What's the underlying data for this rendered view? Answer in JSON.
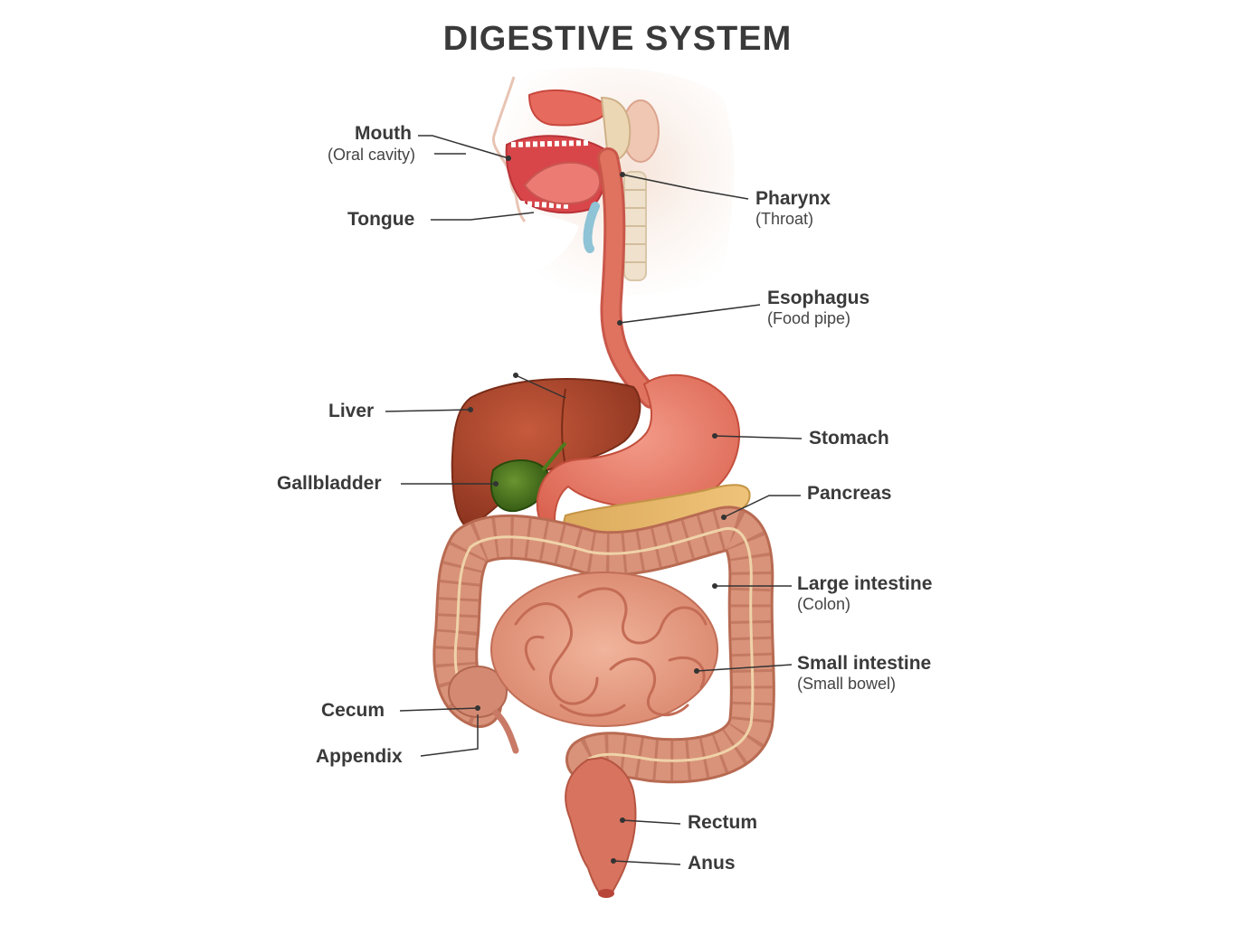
{
  "title": "DIGESTIVE SYSTEM",
  "labels": {
    "mouth": {
      "name": "Mouth",
      "sub": "(Oral cavity)"
    },
    "tongue": {
      "name": "Tongue"
    },
    "pharynx": {
      "name": "Pharynx",
      "sub": "(Throat)"
    },
    "esophagus": {
      "name": "Esophagus",
      "sub": "(Food pipe)"
    },
    "liver": {
      "name": "Liver"
    },
    "gallbladder": {
      "name": "Gallbladder"
    },
    "stomach": {
      "name": "Stomach"
    },
    "pancreas": {
      "name": "Pancreas"
    },
    "large_intestine": {
      "name": "Large intestine",
      "sub": "(Colon)"
    },
    "small_intestine": {
      "name": "Small intestine",
      "sub": "(Small bowel)"
    },
    "cecum": {
      "name": "Cecum"
    },
    "appendix": {
      "name": "Appendix"
    },
    "rectum": {
      "name": "Rectum"
    },
    "anus": {
      "name": "Anus"
    }
  },
  "colors": {
    "text": "#3a3a3a",
    "leader_line": "#333333",
    "skin": "#f3ddd0",
    "mouth_interior": "#d8464a",
    "esophagus": "#e0735f",
    "liver": "#a8432a",
    "gallbladder": "#3f6a16",
    "stomach": "#eb8170",
    "pancreas": "#e3b56a",
    "colon": "#d9937a",
    "small_intestine": "#e8a88e",
    "rectum": "#d8735f"
  }
}
